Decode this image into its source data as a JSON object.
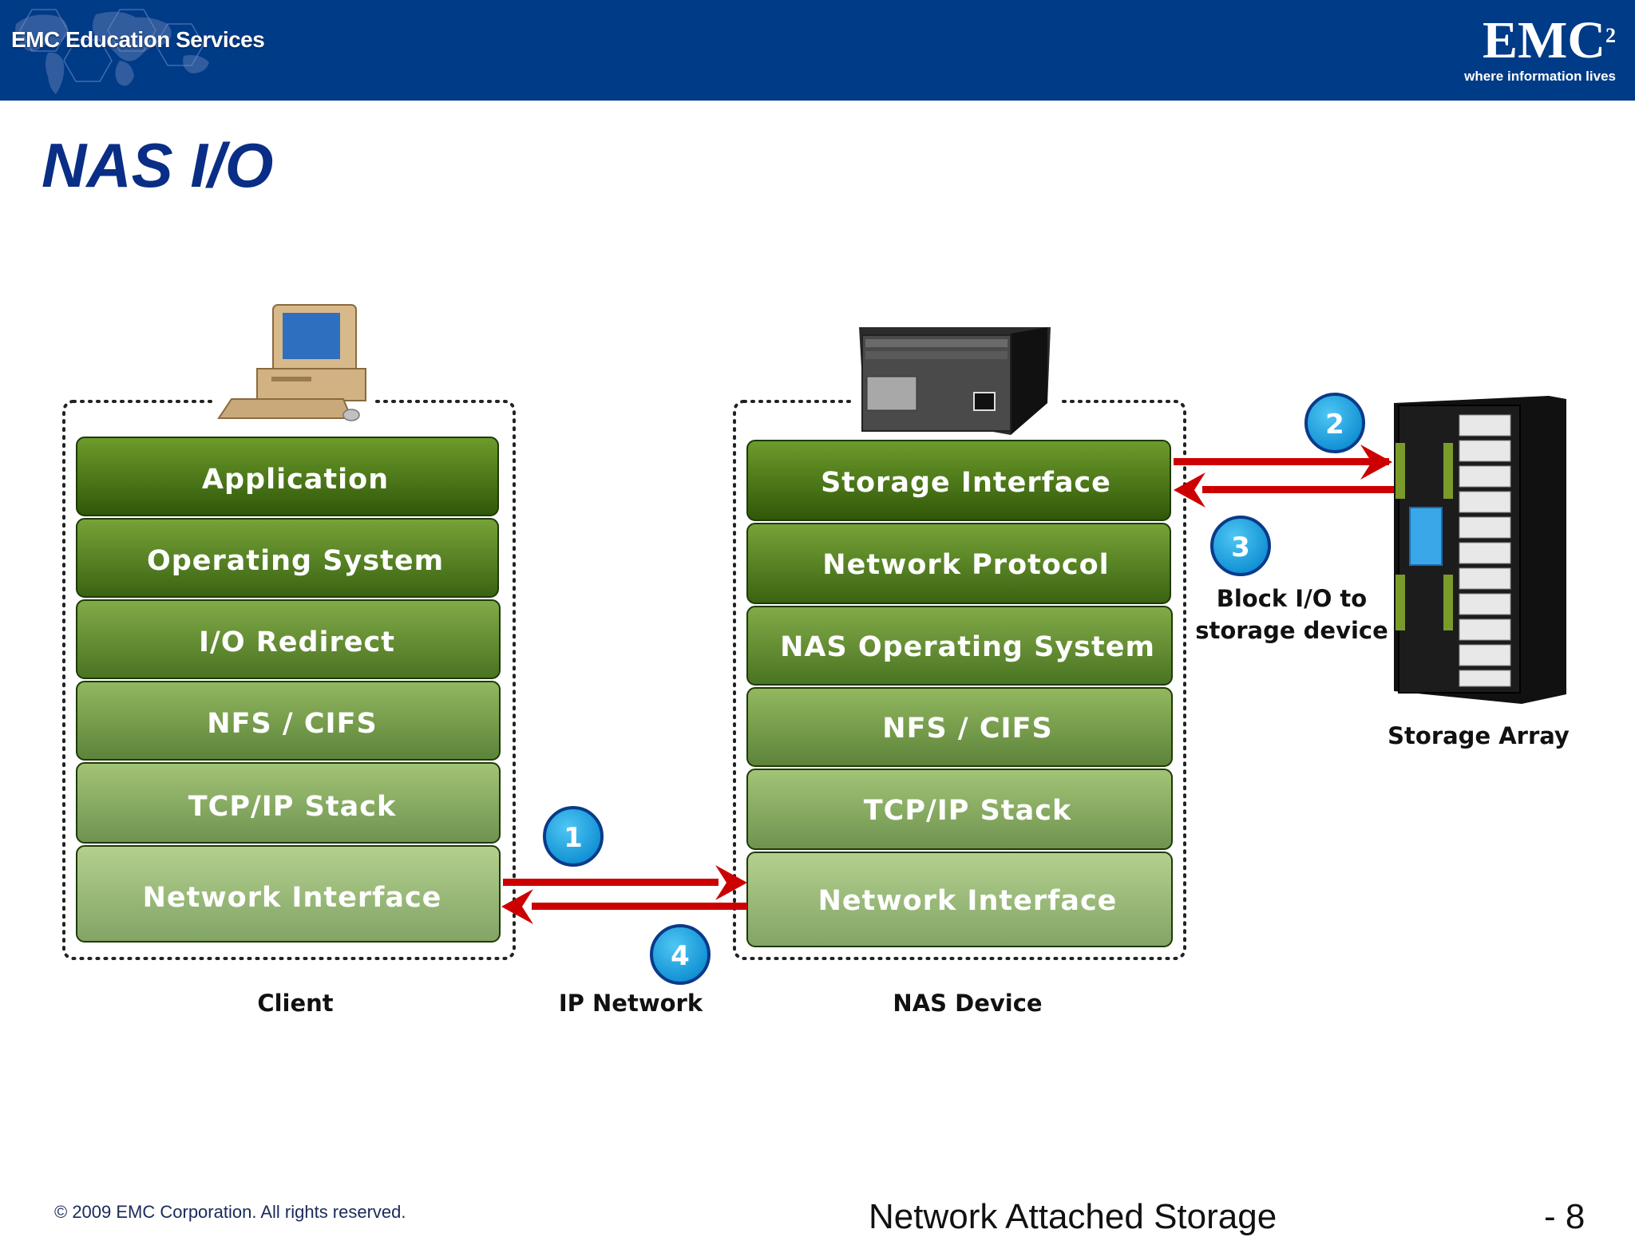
{
  "header": {
    "brand": "EMC Education Services",
    "logo_mark": "EMC",
    "logo_superscript": "2",
    "logo_tagline": "where information lives"
  },
  "title": "NAS I/O",
  "client": {
    "caption": "Client",
    "layers": [
      "Application",
      "Operating System",
      "I/O Redirect",
      "NFS / CIFS",
      "TCP/IP Stack",
      "Network Interface"
    ]
  },
  "nas": {
    "caption": "NAS Device",
    "layers": [
      "Storage Interface",
      "Network Protocol",
      "NAS Operating System",
      "NFS / CIFS",
      "TCP/IP Stack",
      "Network Interface"
    ]
  },
  "network_caption": "IP Network",
  "storage_caption": "Storage Array",
  "block_io_label": [
    "Block I/O to",
    "storage device"
  ],
  "steps": [
    "1",
    "2",
    "3",
    "4"
  ],
  "colors": {
    "header": "#003b87",
    "title": "#0a2e86",
    "arrow": "#cc0000",
    "badge": "#1aa3e0",
    "layer_dark": "#3f6a10",
    "layer_light": "#a6c08a"
  },
  "footer": {
    "copyright": "© 2009 EMC Corporation. All rights reserved.",
    "course": "Network Attached Storage",
    "page": "- 8"
  }
}
